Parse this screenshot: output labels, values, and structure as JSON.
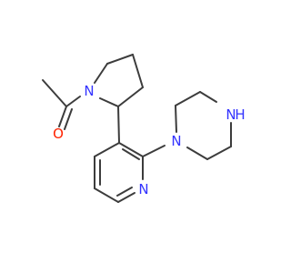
{
  "molecule": {
    "atoms": {
      "n_pyrrolidine": "N",
      "o_carbonyl": "O",
      "n_piperazine_aryl": "N",
      "n_piperazine_h": "N",
      "h_piperazine": "H",
      "n_pyridine": "N"
    },
    "colors": {
      "bond": "#3c3c3c",
      "nitrogen": "#3333ff",
      "oxygen": "#ff2200"
    }
  }
}
